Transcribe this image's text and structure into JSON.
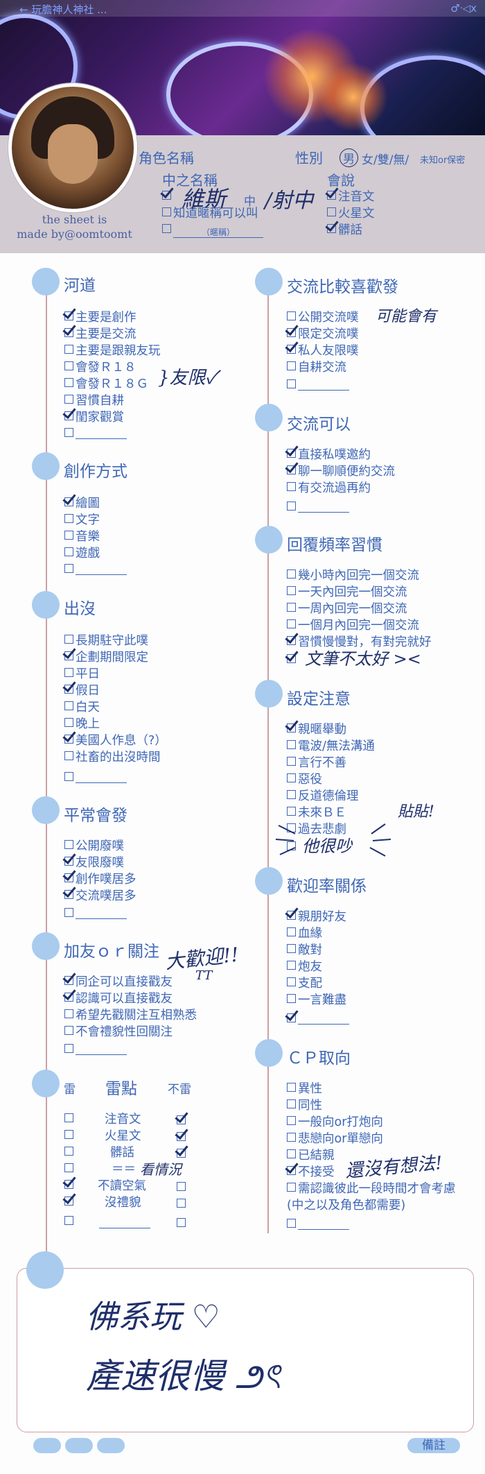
{
  "header": {
    "title": "← 玩膽神人神社 ...",
    "top_right": "♂ᐧ◁x"
  },
  "credit": [
    "the sheet is",
    "made by@oomtoomt"
  ],
  "profile": {
    "role_name_label": "角色名稱",
    "gender_label": "性別",
    "gender_options": "男",
    "gender_rest": "女/雙/無/",
    "gender_unknown": "未知or保密",
    "nakano_label": "中之名稱",
    "nakano_name_hand": "維斯",
    "nakano_mid": "中",
    "nakano_hand2": "/射中",
    "nakano_opt1": "知道暱稱可以叫",
    "nakano_nickname_hint": "（暱稱）",
    "speak_label": "會說",
    "speak_opts": [
      "注音文",
      "火星文",
      "髒話"
    ]
  },
  "sections": {
    "hedao": {
      "title": "河道",
      "items": [
        "主要是創作",
        "主要是交流",
        "主要是跟親友玩",
        "會發Ｒ１８",
        "會發Ｒ１８Ｇ",
        "習慣自耕",
        "閨家觀賞"
      ],
      "note": "}友限✓"
    },
    "chuangzuo": {
      "title": "創作方式",
      "items": [
        "繪圖",
        "文字",
        "音樂",
        "遊戲"
      ]
    },
    "chumo": {
      "title": "出沒",
      "items": [
        "長期駐守此噗",
        "企劃期間限定",
        "平日",
        "假日",
        "白天",
        "晚上",
        "美國人作息（?）",
        "社畜的出沒時間"
      ]
    },
    "pingchang": {
      "title": "平常會發",
      "items": [
        "公開廢噗",
        "友限廢噗",
        "創作噗居多",
        "交流噗居多"
      ]
    },
    "jiayou": {
      "title": "加友ｏｒ關注",
      "items": [
        "同企可以直接戳友",
        "認識可以直接戳友",
        "希望先戳關注互相熟悉",
        "不會禮貌性回關注"
      ],
      "note": "大歡迎!!",
      "note2": "TT"
    },
    "lei": {
      "title": "雷點",
      "left": "雷",
      "right": "不雷",
      "items": [
        "注音文",
        "火星文",
        "髒話",
        "＝＝",
        "不讀空氣",
        "沒禮貌"
      ],
      "note": "看情況"
    },
    "jiaoliu_pref": {
      "title": "交流比較喜歡發",
      "items": [
        "公開交流噗",
        "限定交流噗",
        "私人友限噗",
        "自耕交流"
      ],
      "note": "可能會有"
    },
    "jiaoliu_ok": {
      "title": "交流可以",
      "items": [
        "直接私噗邀約",
        "聊一聊順便約交流",
        "有交流過再約"
      ]
    },
    "reply": {
      "title": "回覆頻率習慣",
      "items": [
        "幾小時內回完一個交流",
        "一天內回完一個交流",
        "一周內回完一個交流",
        "一個月內回完一個交流",
        "習慣慢慢對，有對完就好"
      ],
      "note": "文筆不太好 ><"
    },
    "setting": {
      "title": "設定注意",
      "items": [
        "親暱舉動",
        "電波/無法溝通",
        "言行不善",
        "惡役",
        "反道德倫理",
        "未來ＢＥ",
        "過去悲劇"
      ],
      "note": "貼貼!",
      "note2": "他很吵"
    },
    "welcome": {
      "title": "歡迎率關係",
      "items": [
        "親朋好友",
        "血緣",
        "敵對",
        "炮友",
        "支配",
        "一言難盡"
      ]
    },
    "cp": {
      "title": "ＣＰ取向",
      "items": [
        "異性",
        "同性",
        "一般向or打炮向",
        "悲戀向or單戀向",
        "已結親",
        "不接受",
        "需認識彼此一段時間才會考慮",
        "(中之以及角色都需要)"
      ],
      "note": "還沒有想法!"
    }
  },
  "memo": {
    "line1": "佛系玩 ♡",
    "line2": "產速很慢 ౨ৎ",
    "footer": "備註"
  }
}
